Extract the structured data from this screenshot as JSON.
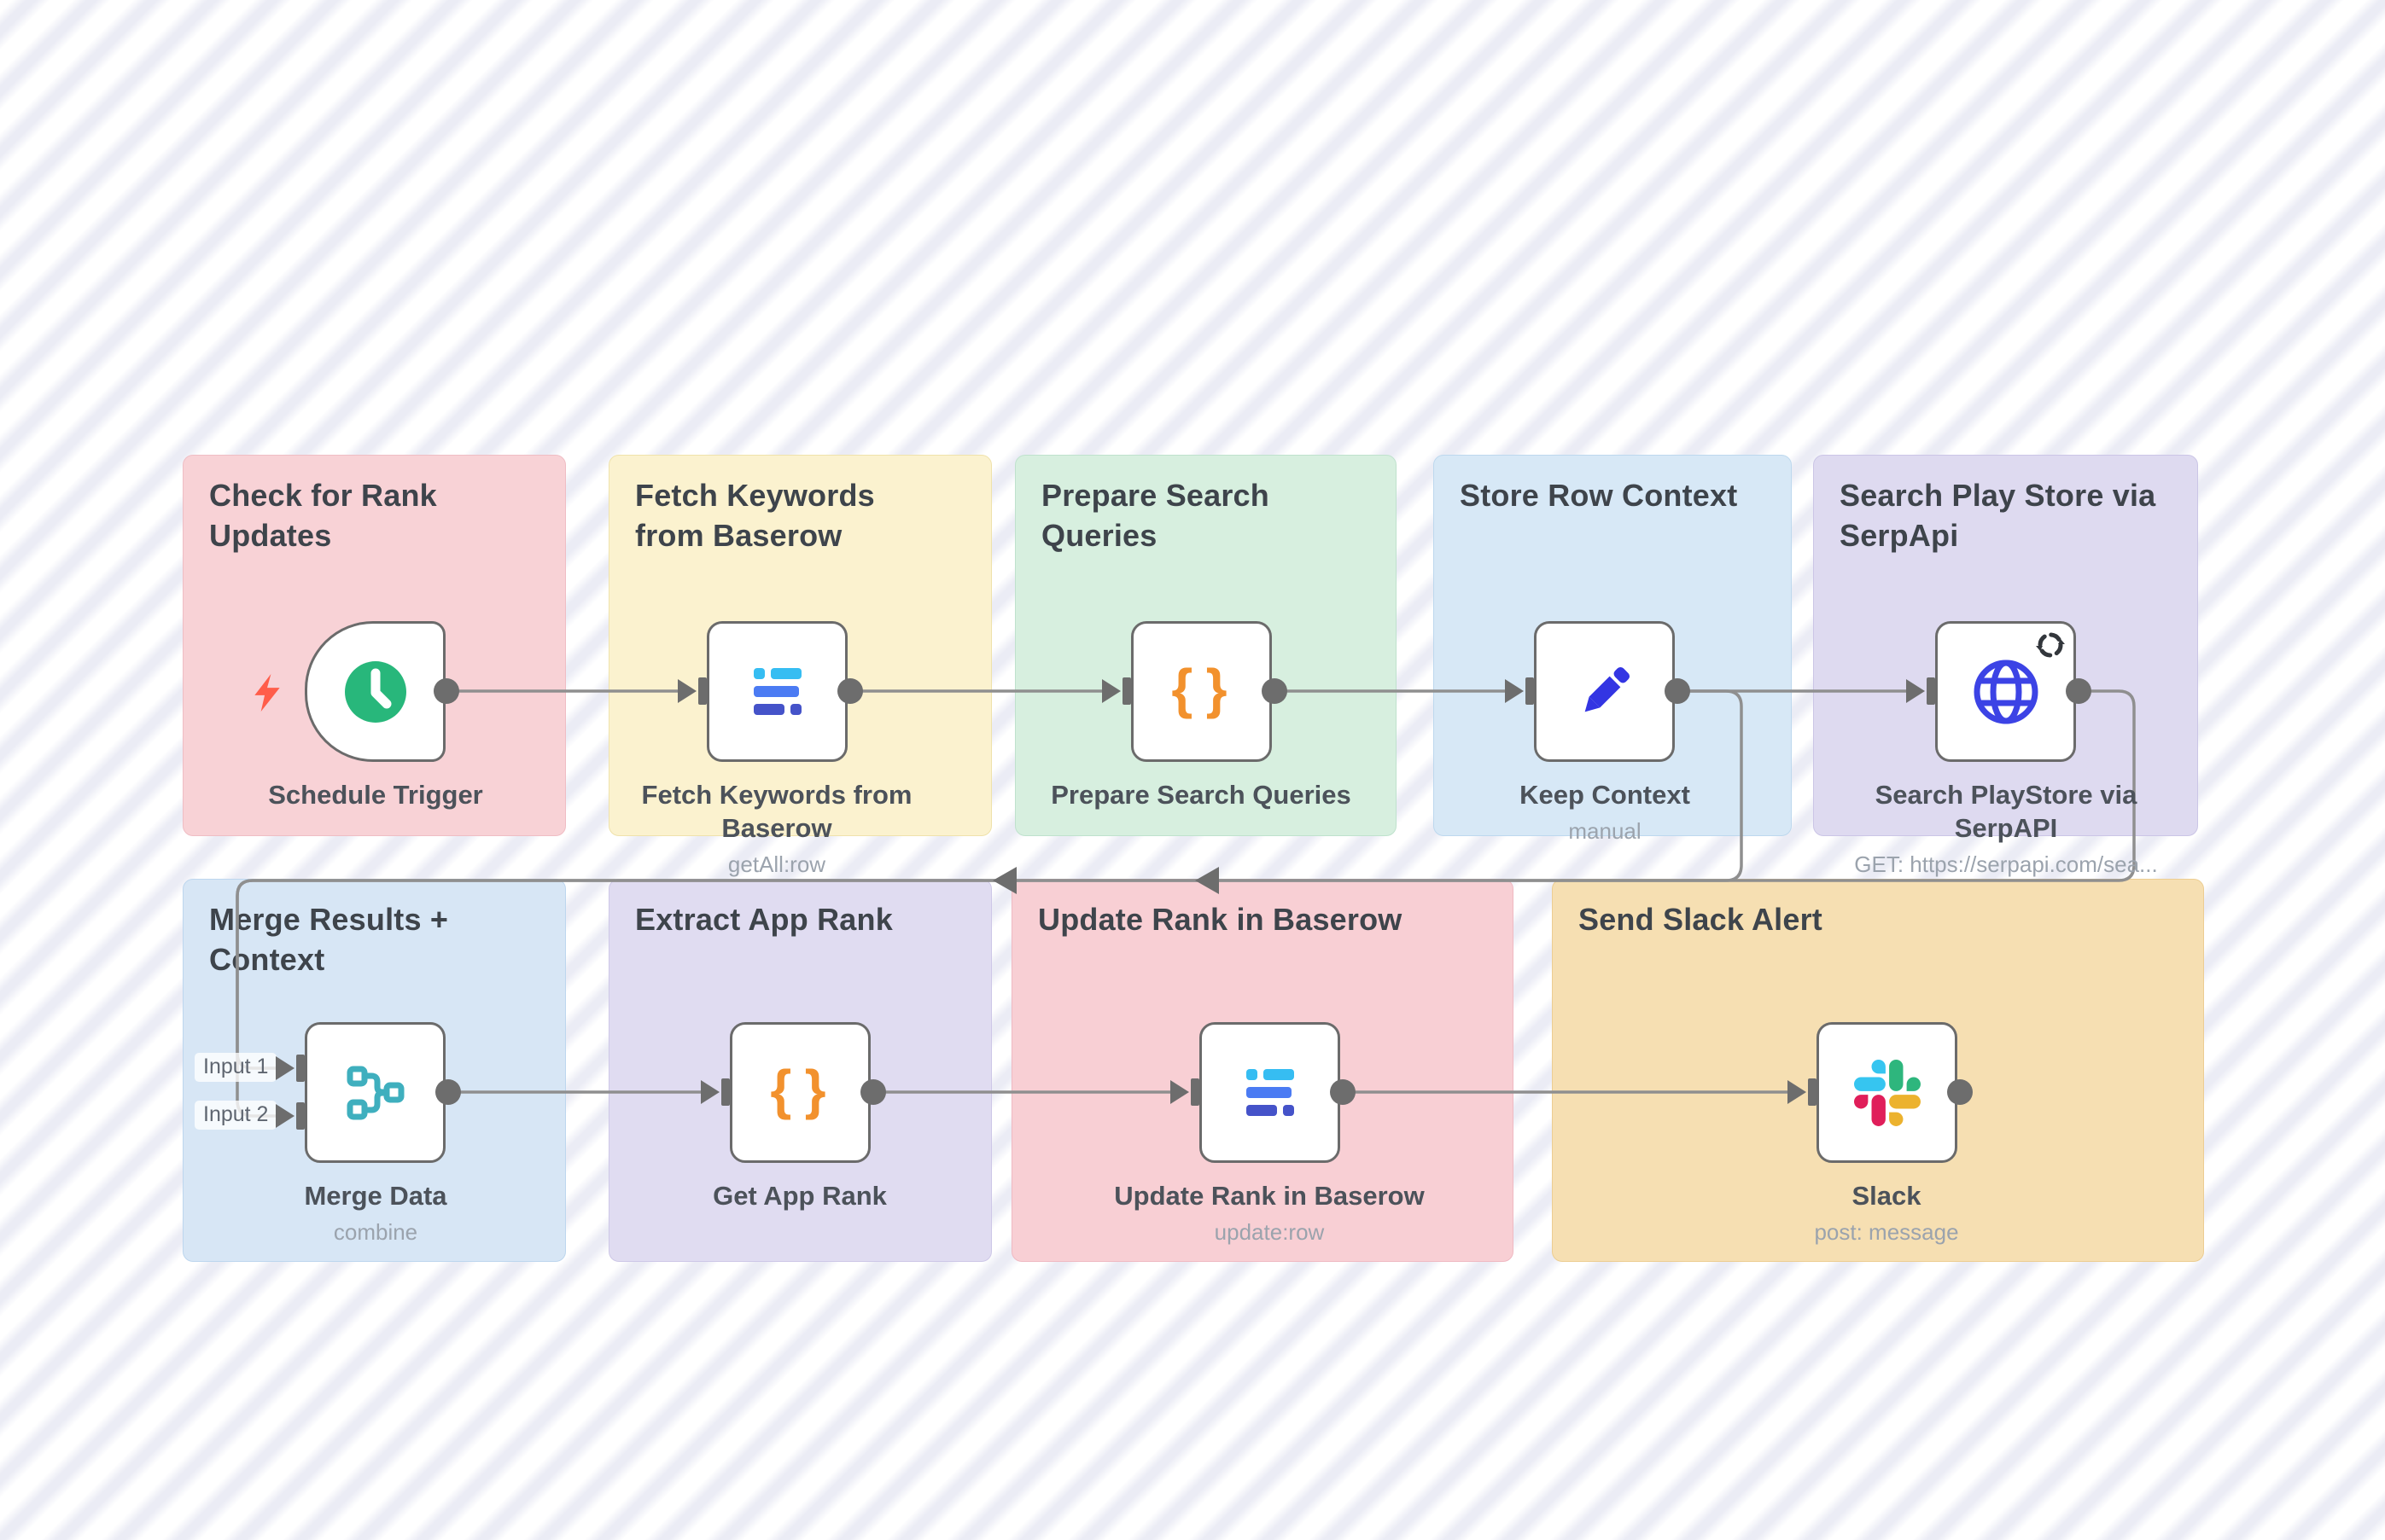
{
  "app": {
    "kind": "workflow-canvas"
  },
  "canvas": {
    "background": "#ffffff",
    "stripe": "#ebecf5",
    "connection_color": "#8f8f8f",
    "connector_color": "#6d6d6d",
    "title_color": "#3e444b",
    "node_border": "#6b6b6b"
  },
  "groups": [
    {
      "title": "Check for Rank Updates",
      "fill": "#f8d2d6"
    },
    {
      "title": "Fetch Keywords from Baserow",
      "fill": "#fbf2cf"
    },
    {
      "title": "Prepare Search Queries",
      "fill": "#d7efdf"
    },
    {
      "title": "Store Row Context",
      "fill": "#d7e8f6"
    },
    {
      "title": "Search Play Store via SerpApi",
      "fill": "#dedaf0"
    },
    {
      "title": "Merge Results + Context",
      "fill": "#d7e6f5"
    },
    {
      "title": "Extract App Rank",
      "fill": "#e0dcf1"
    },
    {
      "title": "Update Rank in Baserow",
      "fill": "#f8cfd4"
    },
    {
      "title": "Send Slack Alert",
      "fill": "#f6dfb2"
    }
  ],
  "nodes": [
    {
      "name": "Schedule Trigger",
      "sub": "",
      "icon": "clock",
      "accent": "#28b77b"
    },
    {
      "name": "Fetch Keywords from Baserow",
      "sub": "getAll:row",
      "icon": "baserow",
      "accent": "#4b7bf3"
    },
    {
      "name": "Prepare Search Queries",
      "sub": "",
      "icon": "code",
      "accent": "#f2912d"
    },
    {
      "name": "Keep Context",
      "sub": "manual",
      "icon": "pencil",
      "accent": "#3335e3"
    },
    {
      "name": "Search PlayStore via SerpAPI",
      "sub": "GET: https://serpapi.com/sea...",
      "icon": "globe",
      "accent": "#3c43e5"
    },
    {
      "name": "Merge Data",
      "sub": "combine",
      "icon": "merge",
      "accent": "#3fafbe"
    },
    {
      "name": "Get App Rank",
      "sub": "",
      "icon": "code",
      "accent": "#f2912d"
    },
    {
      "name": "Update Rank in Baserow",
      "sub": "update:row",
      "icon": "baserow",
      "accent": "#4b7bf3"
    },
    {
      "name": "Slack",
      "sub": "post: message",
      "icon": "slack",
      "accent": "#e01e5a"
    }
  ],
  "merge_inputs": [
    {
      "label": "Input 1"
    },
    {
      "label": "Input 2"
    }
  ],
  "slack_colors": {
    "blue": "#36C5F0",
    "green": "#2EB67D",
    "yellow": "#ECB22E",
    "red": "#E01E5A"
  },
  "trigger": {
    "bolt_color": "#ff5d4a"
  }
}
